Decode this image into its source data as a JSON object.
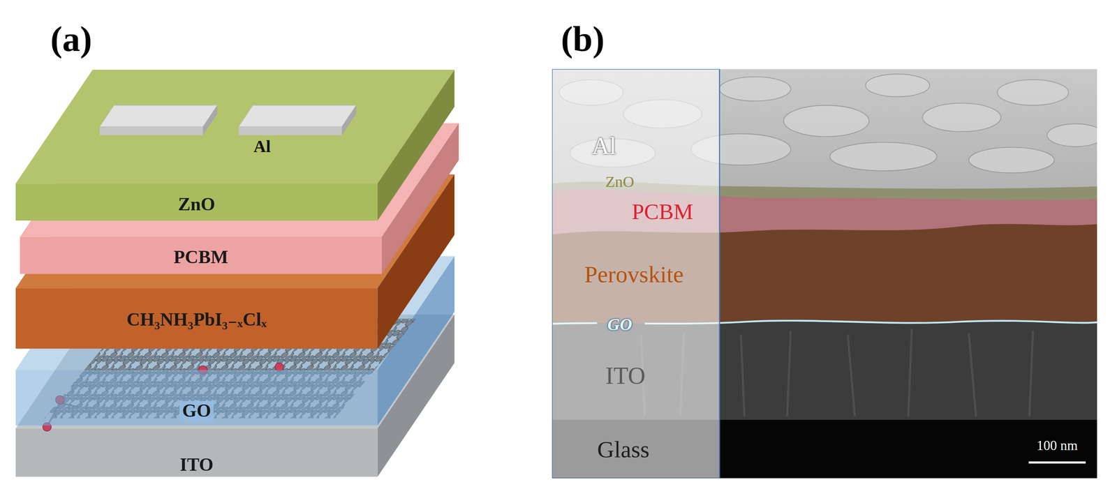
{
  "diagram": {
    "nodes": [
      {
        "text": [
          "ZnO"
        ]
      },
      {
        "text": [
          "PCBM"
        ]
      },
      {
        "text": [
          "CH₃NH₃PbI₃₋ₓClₓ"
        ]
      },
      {
        "text": [
          "GO"
        ]
      },
      {
        "text": [
          "ITO"
        ]
      }
    ],
    "labels": [
      "(a)",
      "Al",
      "(b)",
      "Al",
      "ZnO",
      "PCBM",
      "Perovskite",
      "GO",
      "ITO",
      "Glass",
      "100 nm"
    ]
  }
}
